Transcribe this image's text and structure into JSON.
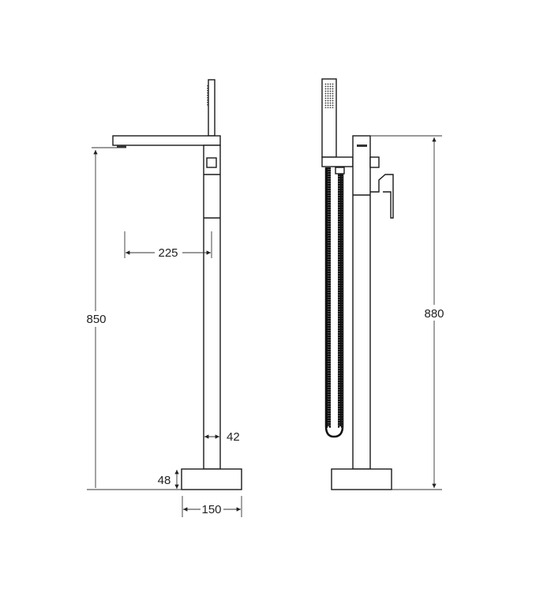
{
  "diagram": {
    "views": [
      "side-view",
      "front-view"
    ],
    "dimensions": {
      "height_to_spout": "850",
      "spout_reach": "225",
      "column_width": "42",
      "base_height": "48",
      "base_width": "150",
      "overall_height": "880"
    },
    "colors": {
      "line": "#1a1a1a",
      "hose": "#111111",
      "background": "#ffffff"
    }
  }
}
